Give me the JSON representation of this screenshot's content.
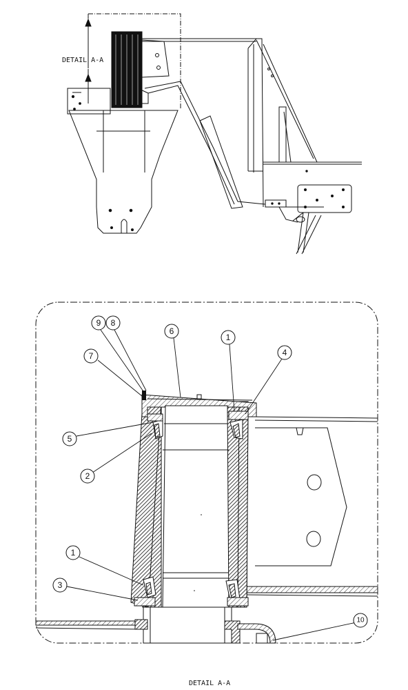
{
  "top_view": {
    "detail_label": "DETAIL A-A"
  },
  "detail_view": {
    "caption": "DETAIL A-A",
    "callouts": [
      "9",
      "8",
      "6",
      "1",
      "7",
      "4",
      "5",
      "2",
      "1",
      "3",
      "10"
    ]
  }
}
